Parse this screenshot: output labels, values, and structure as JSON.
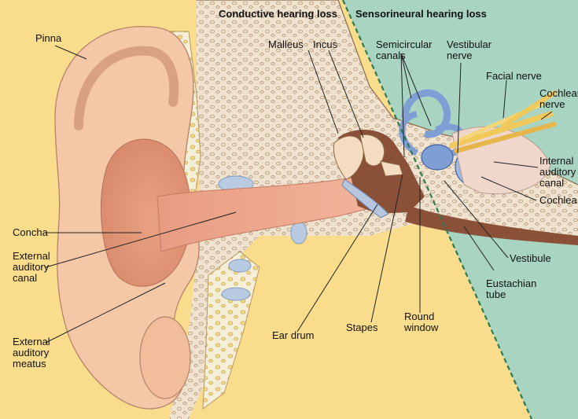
{
  "headers": {
    "conductive": "Conductive hearing loss",
    "sensorineural": "Sensorineural hearing loss"
  },
  "labels": {
    "pinna": "Pinna",
    "concha": "Concha",
    "ext_canal_1": "External",
    "ext_canal_2": "auditory",
    "ext_canal_3": "canal",
    "ext_meatus_1": "External",
    "ext_meatus_2": "auditory",
    "ext_meatus_3": "meatus",
    "malleus": "Malleus",
    "incus": "Incus",
    "semicircular_1": "Semicircular",
    "semicircular_2": "canals",
    "vestibular_1": "Vestibular",
    "vestibular_2": "nerve",
    "facial": "Facial nerve",
    "cochlear_nerve_1": "Cochlear",
    "cochlear_nerve_2": "nerve",
    "internal_1": "Internal",
    "internal_2": "auditory",
    "internal_3": "canal",
    "cochlea": "Cochlea",
    "vestibule": "Vestibule",
    "eustachian_1": "Eustachian",
    "eustachian_2": "tube",
    "ear_drum": "Ear drum",
    "stapes": "Stapes",
    "round_window_1": "Round",
    "round_window_2": "window"
  },
  "colors": {
    "conductive_bg": "#f9dd8c",
    "sensorineural_bg": "#a9d4c2",
    "divider": "#2f7a4e",
    "skin": "#f4c7a6",
    "skin_shadow": "#c98a6a",
    "canal": "#e79c84",
    "bone": "#efe2cf",
    "bone_dot": "#b89c7c",
    "cartilage": "#f3ecd4",
    "labyrinth": "#7f9fd4",
    "cochlea": "#9fb9e2",
    "nerve": "#f1c85a",
    "mucosa": "#8a5138"
  }
}
